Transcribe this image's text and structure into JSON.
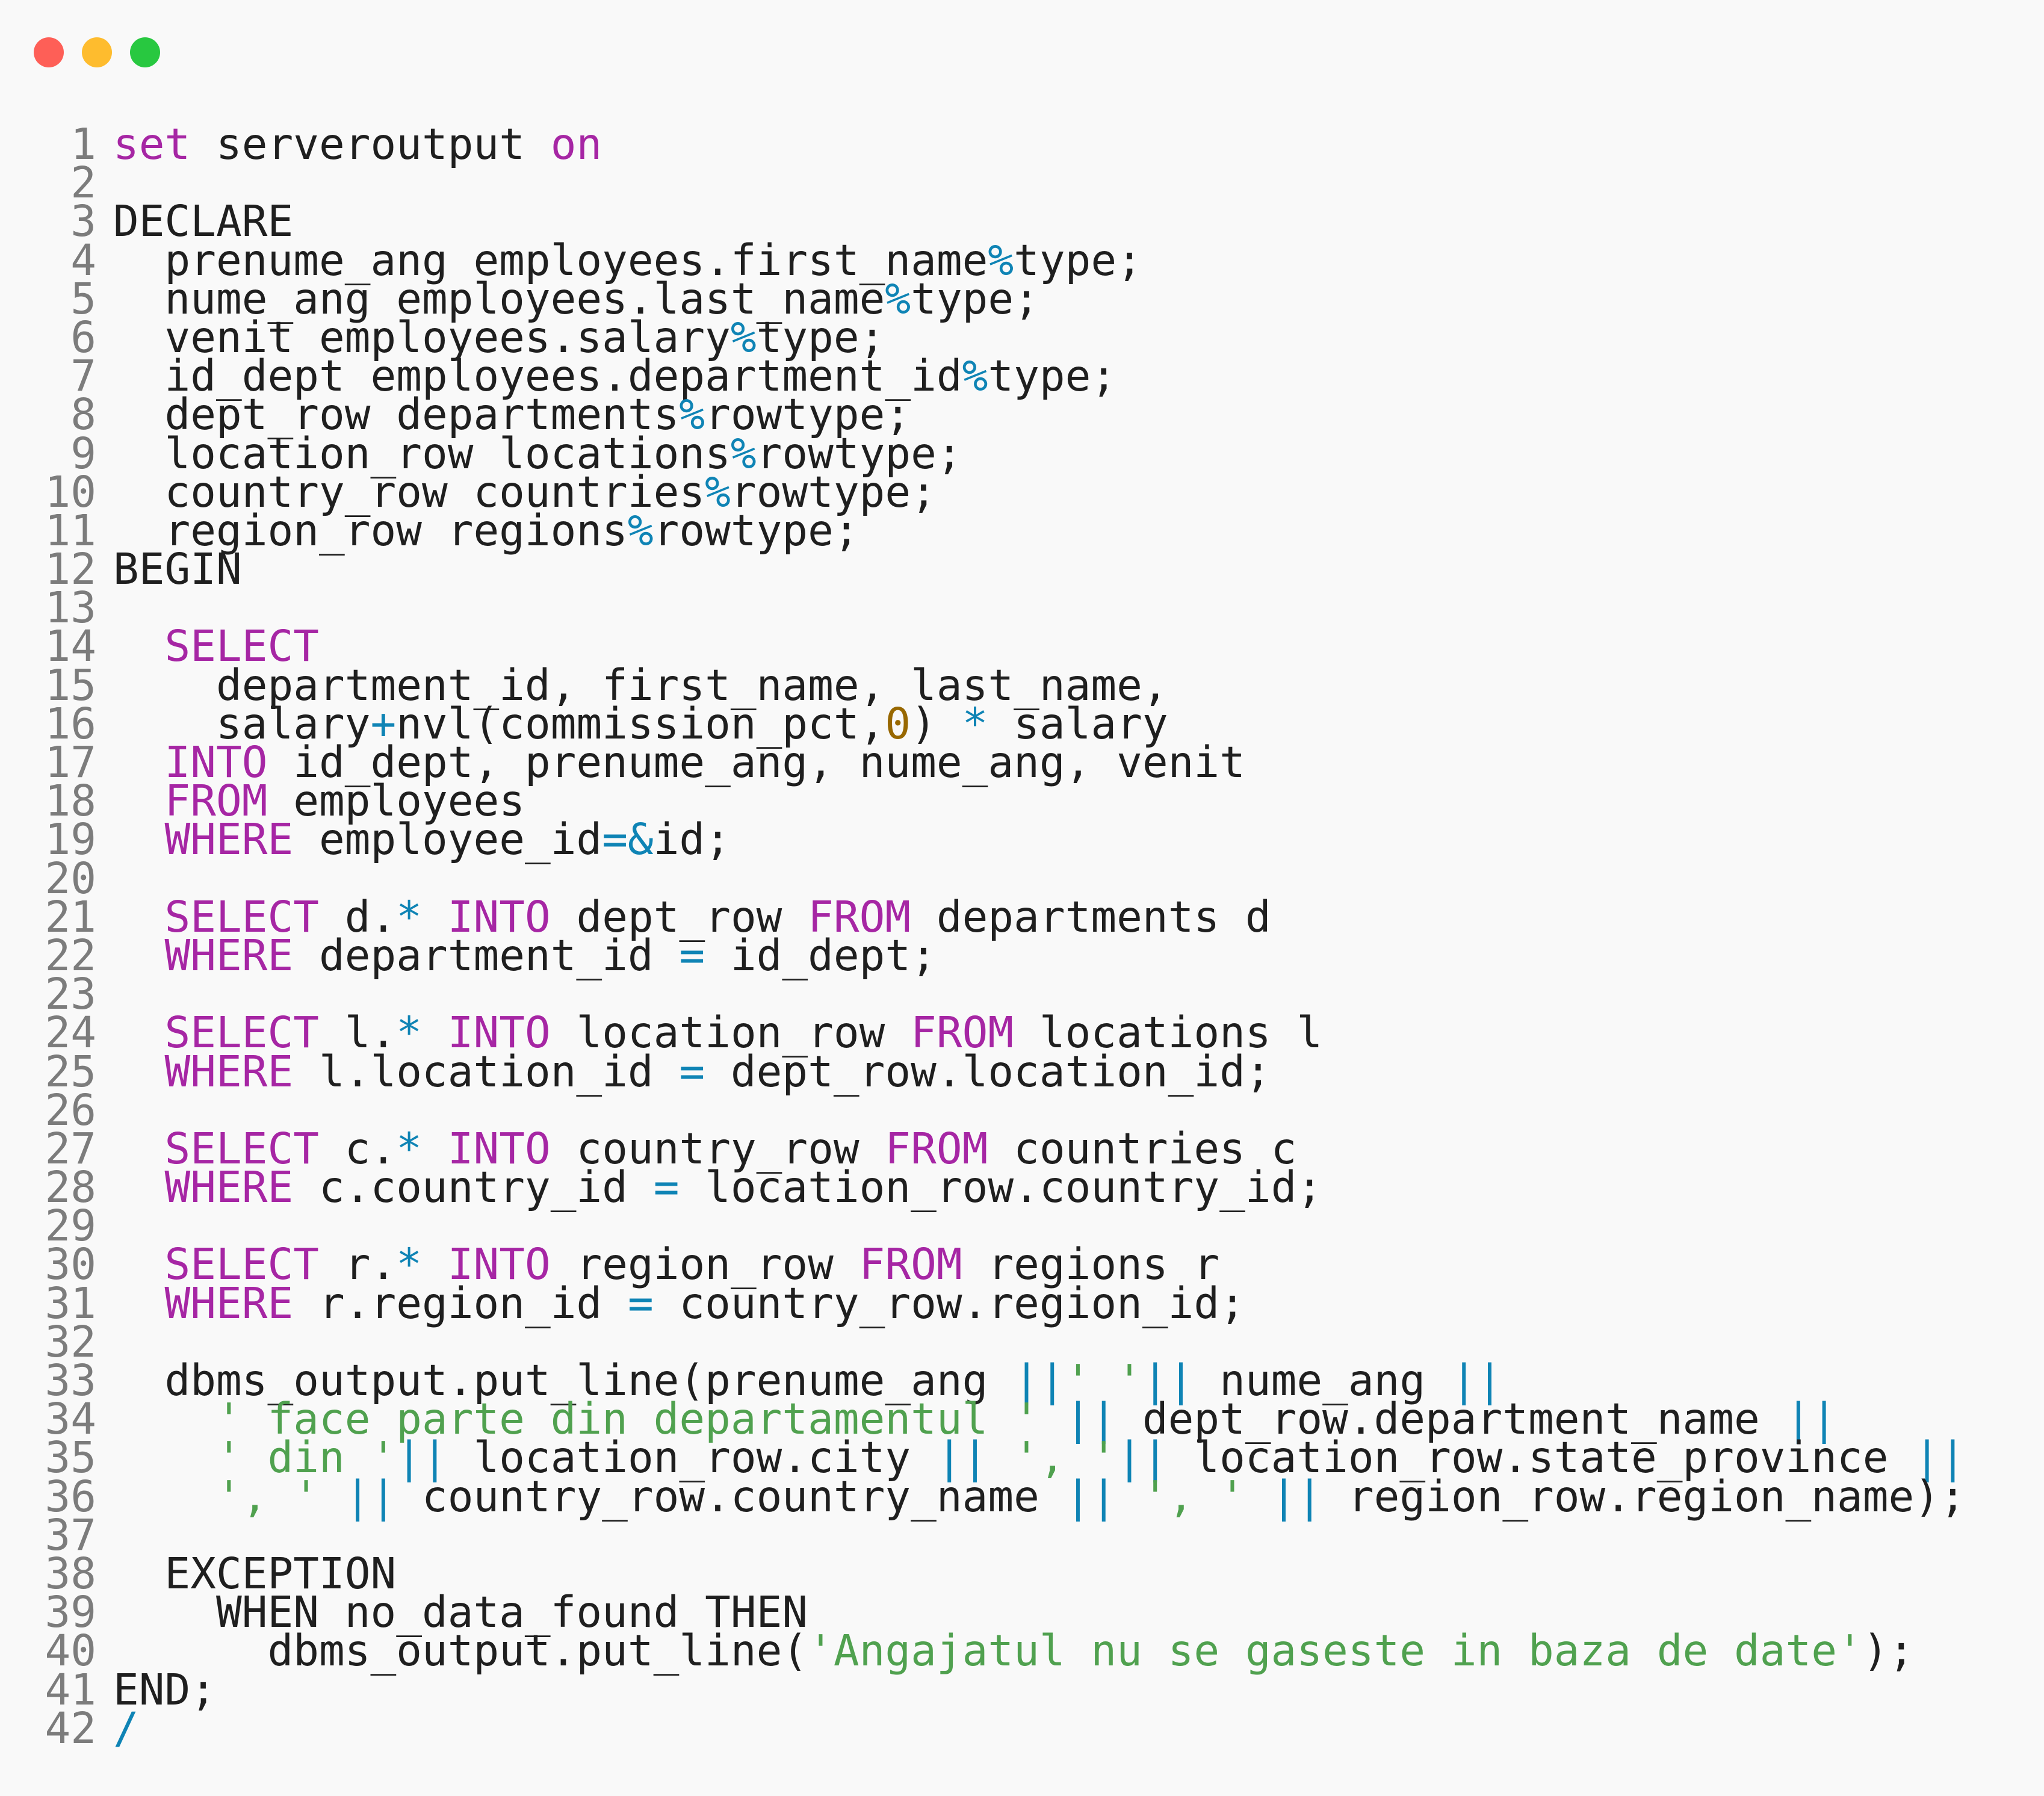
{
  "window": {
    "controls": [
      "close",
      "minimize",
      "zoom"
    ]
  },
  "code": {
    "lines": [
      [
        [
          "kw",
          "set"
        ],
        [
          "txt",
          " serveroutput "
        ],
        [
          "kw",
          "on"
        ]
      ],
      [],
      [
        [
          "txt",
          "DECLARE"
        ]
      ],
      [
        [
          "txt",
          "  prenume_ang employees.first_name"
        ],
        [
          "op",
          "%"
        ],
        [
          "txt",
          "type;"
        ]
      ],
      [
        [
          "txt",
          "  nume_ang employees.last_name"
        ],
        [
          "op",
          "%"
        ],
        [
          "txt",
          "type;"
        ]
      ],
      [
        [
          "txt",
          "  venit employees.salary"
        ],
        [
          "op",
          "%"
        ],
        [
          "txt",
          "type;"
        ]
      ],
      [
        [
          "txt",
          "  id_dept employees.department_id"
        ],
        [
          "op",
          "%"
        ],
        [
          "txt",
          "type;"
        ]
      ],
      [
        [
          "txt",
          "  dept_row departments"
        ],
        [
          "op",
          "%"
        ],
        [
          "txt",
          "rowtype;"
        ]
      ],
      [
        [
          "txt",
          "  location_row locations"
        ],
        [
          "op",
          "%"
        ],
        [
          "txt",
          "rowtype;"
        ]
      ],
      [
        [
          "txt",
          "  country_row countries"
        ],
        [
          "op",
          "%"
        ],
        [
          "txt",
          "rowtype;"
        ]
      ],
      [
        [
          "txt",
          "  region_row regions"
        ],
        [
          "op",
          "%"
        ],
        [
          "txt",
          "rowtype;"
        ]
      ],
      [
        [
          "txt",
          "BEGIN"
        ]
      ],
      [],
      [
        [
          "txt",
          "  "
        ],
        [
          "kw",
          "SELECT"
        ]
      ],
      [
        [
          "txt",
          "    department_id, first_name, last_name,"
        ]
      ],
      [
        [
          "txt",
          "    salary"
        ],
        [
          "op",
          "+"
        ],
        [
          "txt",
          "nvl(commission_pct,"
        ],
        [
          "num",
          "0"
        ],
        [
          "txt",
          ") "
        ],
        [
          "op",
          "*"
        ],
        [
          "txt",
          " salary"
        ]
      ],
      [
        [
          "txt",
          "  "
        ],
        [
          "kw",
          "INTO"
        ],
        [
          "txt",
          " id_dept, prenume_ang, nume_ang, venit"
        ]
      ],
      [
        [
          "txt",
          "  "
        ],
        [
          "kw",
          "FROM"
        ],
        [
          "txt",
          " employees"
        ]
      ],
      [
        [
          "txt",
          "  "
        ],
        [
          "kw",
          "WHERE"
        ],
        [
          "txt",
          " employee_id"
        ],
        [
          "op",
          "=&"
        ],
        [
          "txt",
          "id;"
        ]
      ],
      [],
      [
        [
          "txt",
          "  "
        ],
        [
          "kw",
          "SELECT"
        ],
        [
          "txt",
          " d."
        ],
        [
          "op",
          "*"
        ],
        [
          "txt",
          " "
        ],
        [
          "kw",
          "INTO"
        ],
        [
          "txt",
          " dept_row "
        ],
        [
          "kw",
          "FROM"
        ],
        [
          "txt",
          " departments d"
        ]
      ],
      [
        [
          "txt",
          "  "
        ],
        [
          "kw",
          "WHERE"
        ],
        [
          "txt",
          " department_id "
        ],
        [
          "op",
          "="
        ],
        [
          "txt",
          " id_dept;"
        ]
      ],
      [],
      [
        [
          "txt",
          "  "
        ],
        [
          "kw",
          "SELECT"
        ],
        [
          "txt",
          " l."
        ],
        [
          "op",
          "*"
        ],
        [
          "txt",
          " "
        ],
        [
          "kw",
          "INTO"
        ],
        [
          "txt",
          " location_row "
        ],
        [
          "kw",
          "FROM"
        ],
        [
          "txt",
          " locations l"
        ]
      ],
      [
        [
          "txt",
          "  "
        ],
        [
          "kw",
          "WHERE"
        ],
        [
          "txt",
          " l.location_id "
        ],
        [
          "op",
          "="
        ],
        [
          "txt",
          " dept_row.location_id;"
        ]
      ],
      [],
      [
        [
          "txt",
          "  "
        ],
        [
          "kw",
          "SELECT"
        ],
        [
          "txt",
          " c."
        ],
        [
          "op",
          "*"
        ],
        [
          "txt",
          " "
        ],
        [
          "kw",
          "INTO"
        ],
        [
          "txt",
          " country_row "
        ],
        [
          "kw",
          "FROM"
        ],
        [
          "txt",
          " countries c"
        ]
      ],
      [
        [
          "txt",
          "  "
        ],
        [
          "kw",
          "WHERE"
        ],
        [
          "txt",
          " c.country_id "
        ],
        [
          "op",
          "="
        ],
        [
          "txt",
          " location_row.country_id;"
        ]
      ],
      [],
      [
        [
          "txt",
          "  "
        ],
        [
          "kw",
          "SELECT"
        ],
        [
          "txt",
          " r."
        ],
        [
          "op",
          "*"
        ],
        [
          "txt",
          " "
        ],
        [
          "kw",
          "INTO"
        ],
        [
          "txt",
          " region_row "
        ],
        [
          "kw",
          "FROM"
        ],
        [
          "txt",
          " regions r"
        ]
      ],
      [
        [
          "txt",
          "  "
        ],
        [
          "kw",
          "WHERE"
        ],
        [
          "txt",
          " r.region_id "
        ],
        [
          "op",
          "="
        ],
        [
          "txt",
          " country_row.region_id;"
        ]
      ],
      [],
      [
        [
          "txt",
          "  dbms_output.put_line(prenume_ang "
        ],
        [
          "op",
          "||"
        ],
        [
          "str",
          "' '"
        ],
        [
          "op",
          "||"
        ],
        [
          "txt",
          " nume_ang "
        ],
        [
          "op",
          "||"
        ]
      ],
      [
        [
          "txt",
          "    "
        ],
        [
          "str",
          "' face parte din departamentul '"
        ],
        [
          "txt",
          " "
        ],
        [
          "op",
          "||"
        ],
        [
          "txt",
          " dept_row.department_name "
        ],
        [
          "op",
          "||"
        ]
      ],
      [
        [
          "txt",
          "    "
        ],
        [
          "str",
          "' din '"
        ],
        [
          "op",
          "||"
        ],
        [
          "txt",
          " location_row.city "
        ],
        [
          "op",
          "||"
        ],
        [
          "txt",
          " "
        ],
        [
          "str",
          "', '"
        ],
        [
          "op",
          "||"
        ],
        [
          "txt",
          " location_row.state_province "
        ],
        [
          "op",
          "||"
        ]
      ],
      [
        [
          "txt",
          "    "
        ],
        [
          "str",
          "', '"
        ],
        [
          "txt",
          " "
        ],
        [
          "op",
          "||"
        ],
        [
          "txt",
          " country_row.country_name "
        ],
        [
          "op",
          "||"
        ],
        [
          "txt",
          " "
        ],
        [
          "str",
          "', '"
        ],
        [
          "txt",
          " "
        ],
        [
          "op",
          "||"
        ],
        [
          "txt",
          " region_row.region_name);"
        ]
      ],
      [],
      [
        [
          "txt",
          "  EXCEPTION"
        ]
      ],
      [
        [
          "txt",
          "    WHEN no_data_found THEN"
        ]
      ],
      [
        [
          "txt",
          "      dbms_output.put_line("
        ],
        [
          "str",
          "'Angajatul nu se gaseste in baza de date'"
        ],
        [
          "txt",
          ");"
        ]
      ],
      [
        [
          "txt",
          "END;"
        ]
      ],
      [
        [
          "op",
          "/"
        ]
      ]
    ]
  },
  "colors": {
    "background": "#f9f9f9",
    "keyword": "#a626a4",
    "operator": "#0f84b5",
    "string": "#50a14f",
    "number": "#986801",
    "text": "#1f1f1f",
    "line_number": "#7c7c7c",
    "close_button": "#fe5f57",
    "minimize_button": "#febc2e",
    "zoom_button": "#28c840"
  }
}
